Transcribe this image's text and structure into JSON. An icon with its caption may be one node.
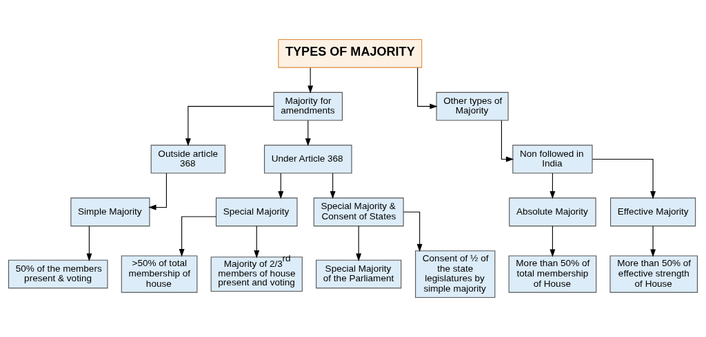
{
  "diagram": {
    "nodes": [
      {
        "text": [
          "TYPES OF MAJORITY"
        ]
      },
      {
        "text": [
          "Majority for amendments"
        ]
      },
      {
        "text": [
          "Other types of Majority"
        ]
      },
      {
        "text": [
          "Outside article 368"
        ]
      },
      {
        "text": [
          "Under Article 368"
        ]
      },
      {
        "text": [
          "Non followed in India"
        ]
      },
      {
        "text": [
          "Simple Majority"
        ]
      },
      {
        "text": [
          "Special Majority"
        ]
      },
      {
        "text": [
          "Special Majority & Consent of States"
        ]
      },
      {
        "text": [
          "Absolute Majority"
        ]
      },
      {
        "text": [
          "Effective Majority"
        ]
      },
      {
        "text": [
          "50% of the members present & voting"
        ]
      },
      {
        "text": [
          ">50% of total membership of house"
        ]
      },
      {
        "text": [
          "Majority of 2/3$^{rd}$ members of house present and voting"
        ]
      },
      {
        "text": [
          "Special Majority of the Parliament"
        ]
      },
      {
        "text": [
          "Consent of ½ of the state legislatures by simple majority"
        ]
      },
      {
        "text": [
          "More than 50% of total membership of House"
        ]
      },
      {
        "text": [
          "More than 50% of effective strength of House"
        ]
      }
    ],
    "edges": [
      {
        "from": 0,
        "to": 1,
        "arrow": "to"
      },
      {
        "from": 0,
        "to": 2,
        "arrow": "to"
      },
      {
        "from": 1,
        "to": 3,
        "arrow": "to"
      },
      {
        "from": 1,
        "to": 4,
        "arrow": "to"
      },
      {
        "from": 2,
        "to": 5,
        "arrow": "to"
      },
      {
        "from": 3,
        "to": 6,
        "arrow": "to"
      },
      {
        "from": 4,
        "to": 7,
        "arrow": "to"
      },
      {
        "from": 4,
        "to": 8,
        "arrow": "to"
      },
      {
        "from": 5,
        "to": 9,
        "arrow": "to"
      },
      {
        "from": 5,
        "to": 10,
        "arrow": "to"
      },
      {
        "from": 6,
        "to": 11,
        "arrow": "to"
      },
      {
        "from": 7,
        "to": 12,
        "arrow": "to"
      },
      {
        "from": 7,
        "to": 13,
        "arrow": "to"
      },
      {
        "from": 8,
        "to": 14,
        "arrow": "to"
      },
      {
        "from": 8,
        "to": 15,
        "arrow": "to"
      },
      {
        "from": 9,
        "to": 16,
        "arrow": "to"
      },
      {
        "from": 10,
        "to": 17,
        "arrow": "to"
      }
    ]
  }
}
